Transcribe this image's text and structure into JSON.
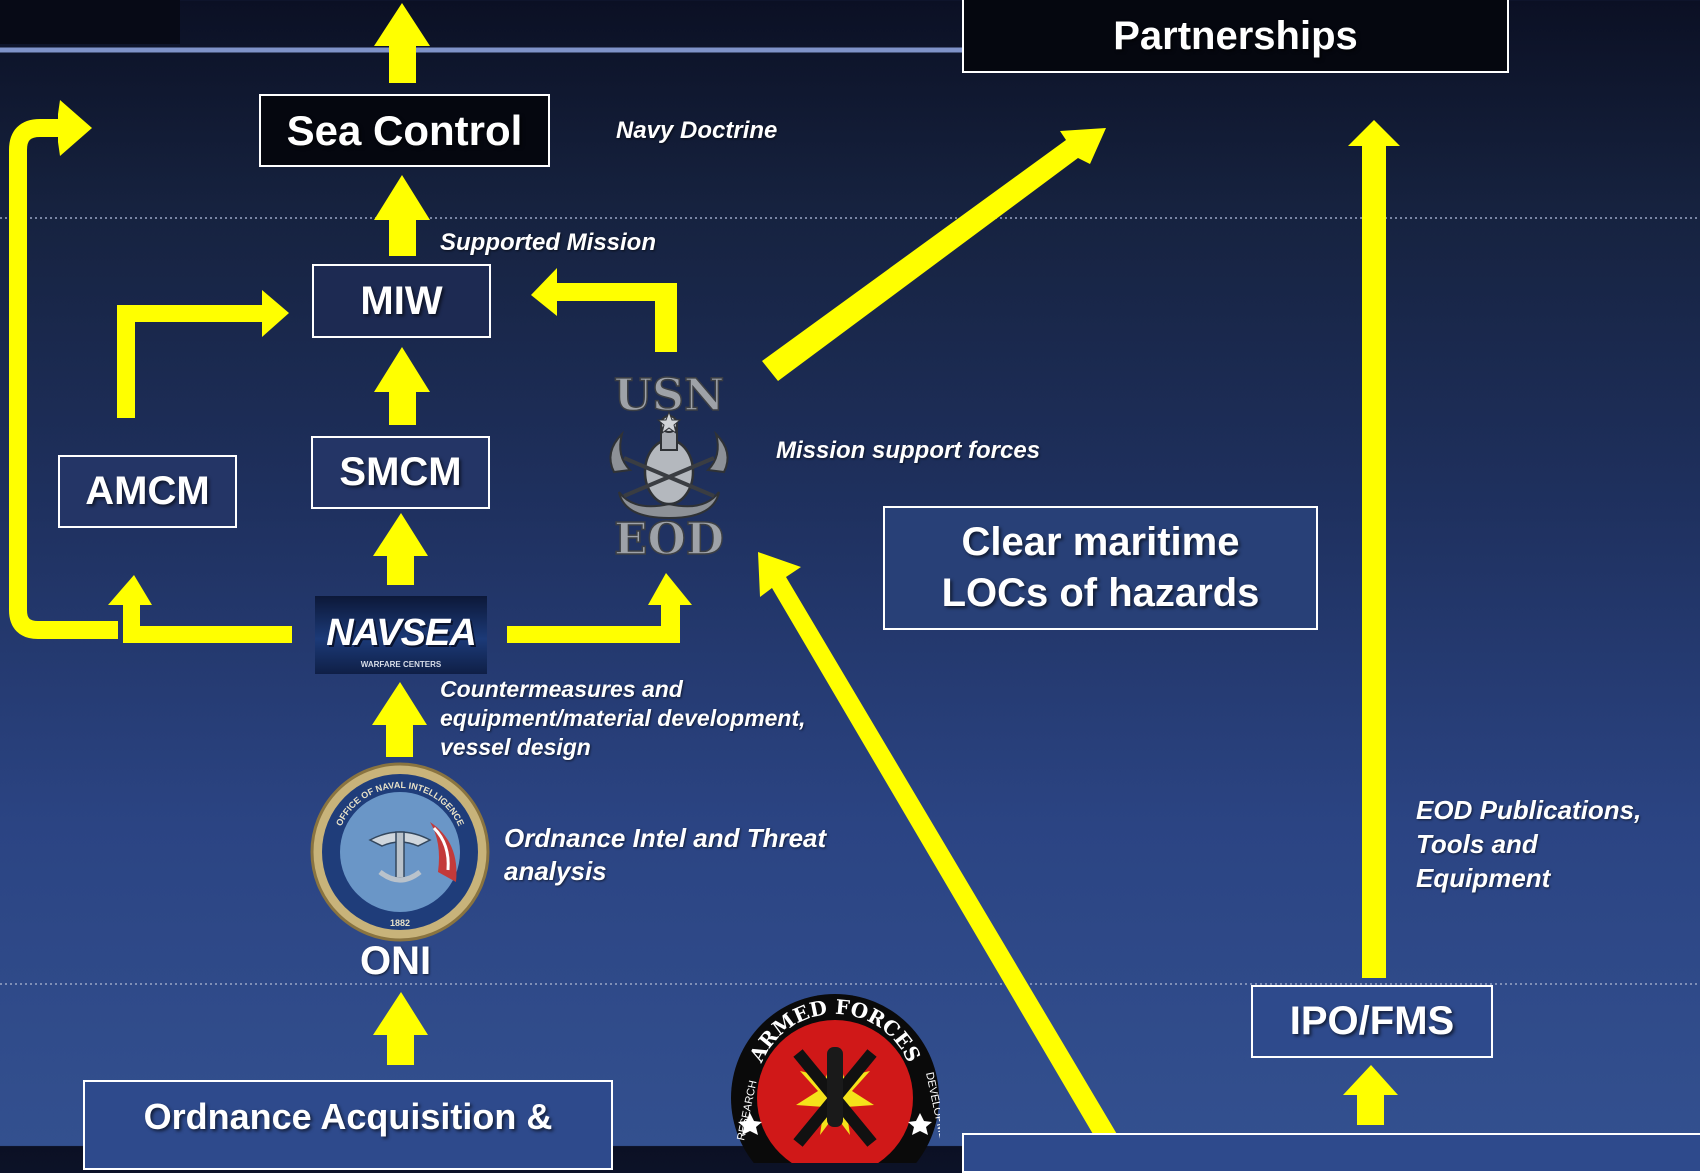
{
  "colors": {
    "arrow": "#ffff00",
    "box_border": "#ffffff",
    "text": "#ffffff"
  },
  "boxes": {
    "top_partial": "Partnerships",
    "sea_control": "Sea Control",
    "miw": "MIW",
    "smcm": "SMCM",
    "amcm": "AMCM",
    "clear_locs_line1": "Clear maritime",
    "clear_locs_line2": "LOCs of hazards",
    "ipo_fms": "IPO/FMS",
    "ordnance_acq": "Ordnance Acquisition &"
  },
  "notes": {
    "navy_doctrine": "Navy Doctrine",
    "supported_mission": "Supported Mission",
    "mission_support": "Mission support forces",
    "countermeasures_1": "Countermeasures and",
    "countermeasures_2": "equipment/material development,",
    "countermeasures_3": "vessel design",
    "ordnance_intel_1": "Ordnance Intel and Threat",
    "ordnance_intel_2": "analysis",
    "eod_pubs_1": "EOD Publications,",
    "eod_pubs_2": "Tools and",
    "eod_pubs_3": "Equipment",
    "oni": "ONI"
  },
  "emblems": {
    "usn_eod_top": "USN",
    "usn_eod_bottom": "EOD",
    "navsea_main": "NAVSEA",
    "navsea_sub": "WARFARE CENTERS",
    "oni_seal": "OFFICE OF NAVAL INTELLIGENCE",
    "oni_year": "1882",
    "afrd_top": "ARMED FORCES",
    "afrd_left": "RESEARCH",
    "afrd_right": "DEVELOPMENT"
  }
}
